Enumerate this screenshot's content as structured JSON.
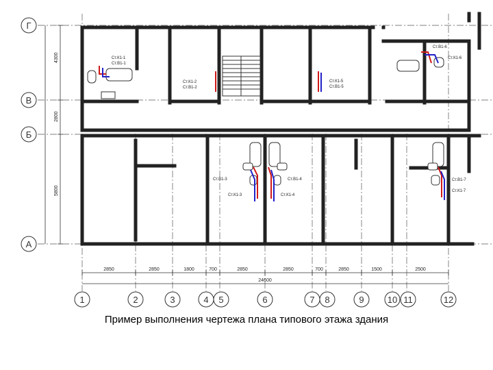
{
  "caption": "Пример выполнения чертежа плана типового этажа здания",
  "row_axes": [
    "Г",
    "В",
    "Б",
    "А"
  ],
  "column_axes": [
    "1",
    "2",
    "3",
    "4",
    "5",
    "6",
    "7",
    "8",
    "9",
    "10",
    "11",
    "12"
  ],
  "vertical_dims": [
    "4300",
    "2800",
    "5800"
  ],
  "horizontal_dims": [
    "2850",
    "2850",
    "1800",
    "700",
    "2850",
    "2850",
    "700",
    "2850",
    "1500",
    "2500"
  ],
  "total_dim": "24600",
  "riser_tags": [
    "Ст.К1-1",
    "Ст.В1-1",
    "Ст.К1-2",
    "Ст.В1-2",
    "Ст.К1-5",
    "Ст.В1-5",
    "Ст.В1-6",
    "Ст.К1-6",
    "Ст.В1-3",
    "Ст.К1-3",
    "Ст.В1-4",
    "Ст.К1-4",
    "Ст.В1-7",
    "Ст.К1-7"
  ],
  "colors": {
    "water_riser": "#d01818",
    "sewer_riser": "#2020c8"
  }
}
